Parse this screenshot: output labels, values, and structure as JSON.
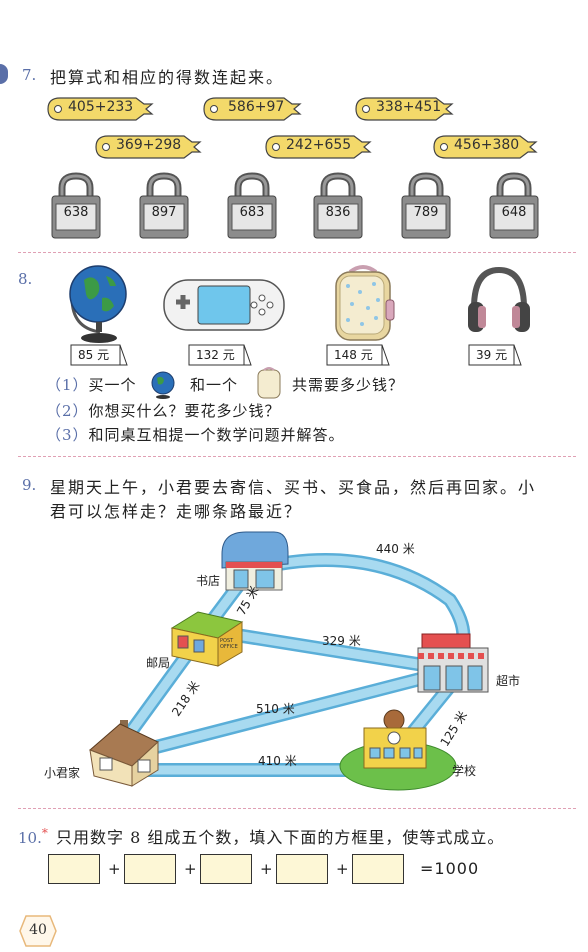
{
  "q7": {
    "number": "7.",
    "text": "把算式和相应的得数连起来。",
    "keys": [
      "405+233",
      "369+298",
      "586+97",
      "242+655",
      "338+451",
      "456+380"
    ],
    "locks": [
      "638",
      "897",
      "683",
      "836",
      "789",
      "648"
    ]
  },
  "q8": {
    "number": "8.",
    "items": [
      {
        "name": "globe",
        "price": "85 元"
      },
      {
        "name": "game-console",
        "price": "132 元"
      },
      {
        "name": "backpack",
        "price": "148 元"
      },
      {
        "name": "headphones",
        "price": "39 元"
      }
    ],
    "sub1": {
      "num": "（1）",
      "a": "买一个",
      "b": "和一个",
      "c": "共需要多少钱？"
    },
    "sub2": {
      "num": "（2）",
      "text": "你想买什么？要花多少钱？"
    },
    "sub3": {
      "num": "（3）",
      "text": "和同桌互相提一个数学问题并解答。"
    }
  },
  "q9": {
    "number": "9.",
    "line1": "星期天上午，小君要去寄信、买书、买食品，然后再回家。小",
    "line2": "君可以怎样走？走哪条路最近？",
    "places": {
      "bookstore": "书店",
      "post": "邮局",
      "market": "超市",
      "home": "小君家",
      "school": "学校"
    },
    "distances": {
      "book_market": "440 米",
      "book_post": "75 米",
      "post_market": "329 米",
      "post_home": "218 米",
      "home_market": "510 米",
      "home_school": "410 米",
      "school_market": "125 米"
    },
    "sign": "POST OFFICE"
  },
  "q10": {
    "number": "10.",
    "star": "*",
    "text": "只用数字 8 组成五个数，填入下面的方框里，使等式成立。",
    "op": "+",
    "result": "=1000"
  },
  "page_number": "40",
  "colors": {
    "road": "#9fd3ec",
    "road_edge": "#5aaed8",
    "key": "#f3d96a",
    "dash": "#e0a0b4",
    "qnum": "#5a6fa8"
  }
}
